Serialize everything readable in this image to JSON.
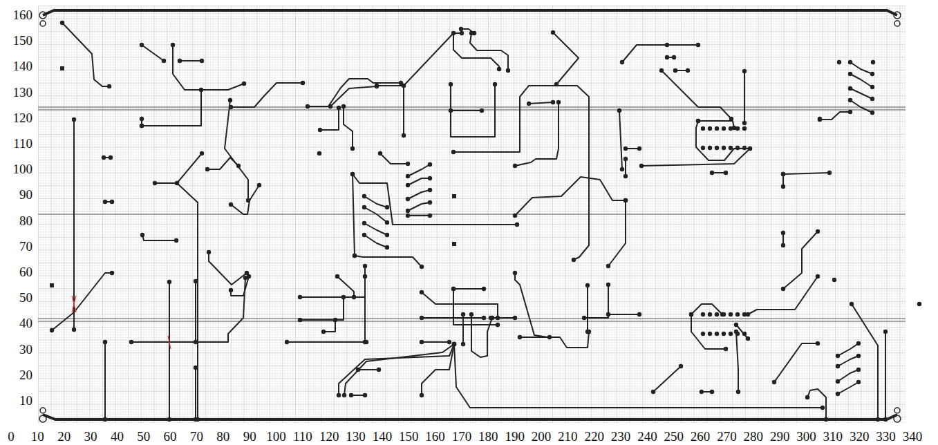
{
  "diagram": {
    "labels": [
      "160",
      "150",
      "140",
      "130",
      "120",
      "110",
      "100",
      "90",
      "80",
      "70",
      "60",
      "50",
      "40",
      "30",
      "20",
      "10",
      "0",
      "10",
      "20",
      "30",
      "40",
      "50",
      "60",
      "70",
      "80",
      "90",
      "100",
      "110",
      "120",
      "130",
      "140",
      "150",
      "160",
      "170",
      "180",
      "190",
      "200",
      "210",
      "220",
      "230",
      "240",
      "250",
      "260",
      "270",
      "280",
      "290",
      "300",
      "310",
      "320",
      "330",
      "340"
    ]
  }
}
